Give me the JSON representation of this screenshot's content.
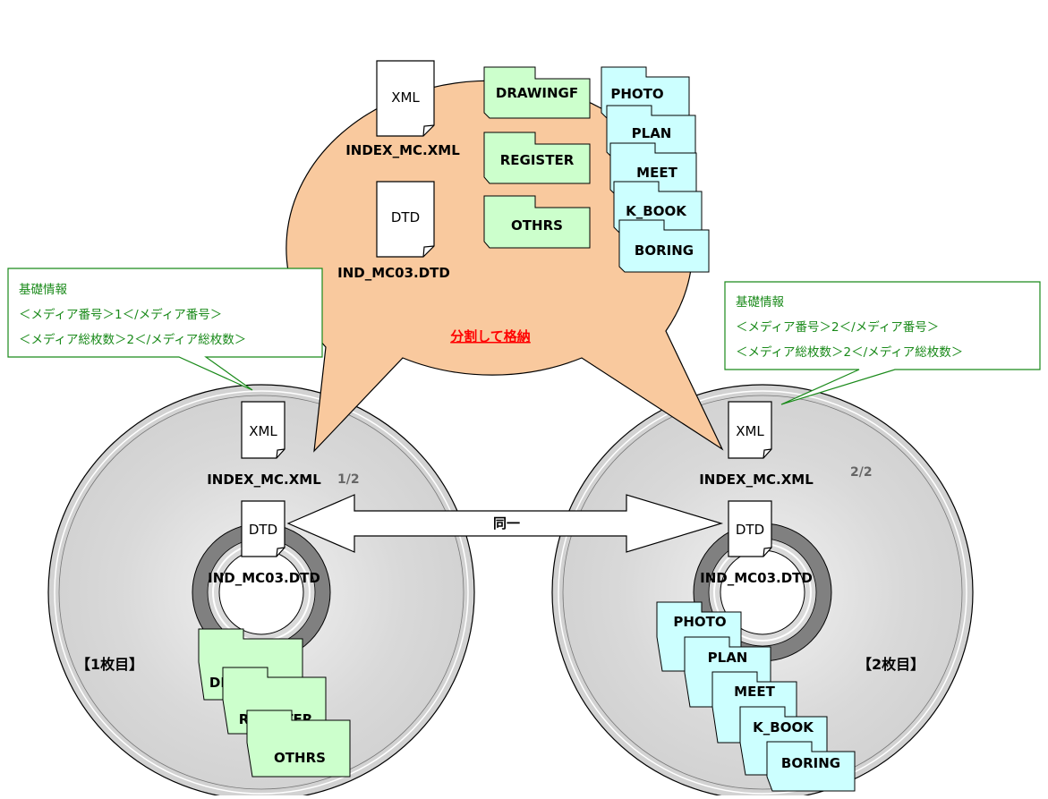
{
  "bubble": {
    "files": [
      {
        "icon": "XML",
        "name": "INDEX_MC.XML"
      },
      {
        "icon": "DTD",
        "name": "IND_MC03.DTD"
      }
    ],
    "green_folders": [
      "DRAWINGF",
      "REGISTER",
      "OTHRS"
    ],
    "blue_folders": [
      "PHOTO",
      "PLAN",
      "MEET",
      "K_BOOK",
      "BORING"
    ],
    "caption": "分割して格納"
  },
  "disc1": {
    "xml_icon": "XML",
    "xml_name": "INDEX_MC.XML",
    "dtd_icon": "DTD",
    "dtd_name": "IND_MC03.DTD",
    "fraction": "1/2",
    "label": "【1枚目】",
    "folders": [
      "DRAWINGF",
      "REGISTER",
      "OTHRS"
    ]
  },
  "disc2": {
    "xml_icon": "XML",
    "xml_name": "INDEX_MC.XML",
    "dtd_icon": "DTD",
    "dtd_name": "IND_MC03.DTD",
    "fraction": "2/2",
    "label": "【2枚目】",
    "folders": [
      "PHOTO",
      "PLAN",
      "MEET",
      "K_BOOK",
      "BORING"
    ]
  },
  "arrow_label": "同一",
  "note1": {
    "lines": [
      "基礎情報",
      "＜メディア番号＞1＜/メディア番号＞",
      "＜メディア総枚数＞2＜/メディア総枚数＞"
    ]
  },
  "note2": {
    "lines": [
      "基礎情報",
      "＜メディア番号＞2＜/メディア番号＞",
      "＜メディア総枚数＞2＜/メディア総枚数＞"
    ]
  },
  "colors": {
    "bubble_fill": "#f9c99e",
    "green_folder": "#ccffcc",
    "blue_folder": "#ccffff",
    "disc_fill": "#d9d9d9",
    "disc_ring": "#808080",
    "note_text": "#1a8a1a",
    "caption": "#ff0000"
  }
}
